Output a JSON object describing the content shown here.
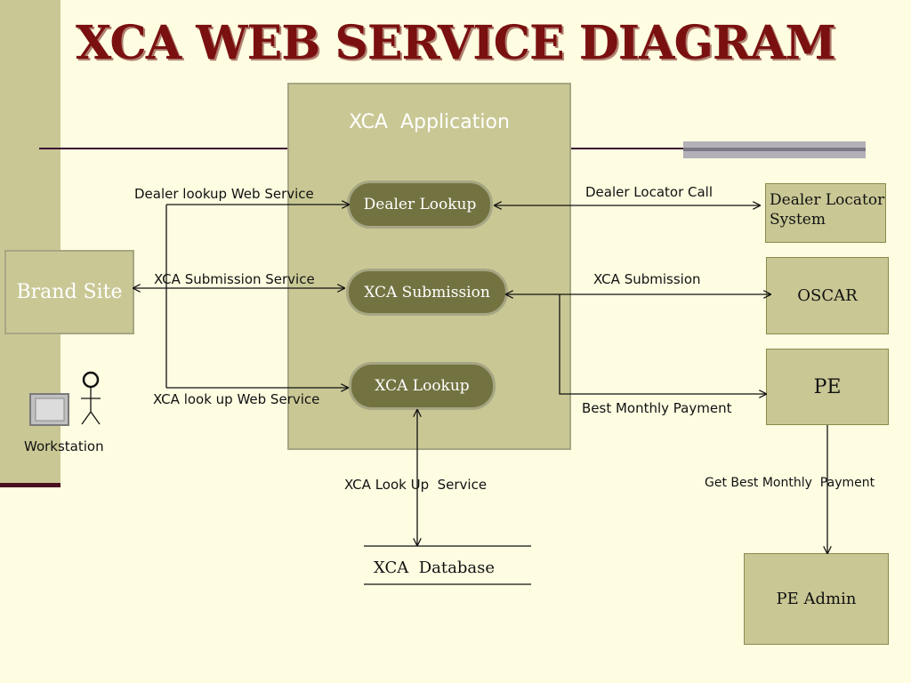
{
  "title": "XCA WEB SERVICE DIAGRAM",
  "application": {
    "title": "XCA  Application",
    "services": {
      "dealer_lookup": "Dealer Lookup",
      "xca_submission": "XCA Submission",
      "xca_lookup": "XCA Lookup"
    }
  },
  "systems": {
    "brand_site": "Brand Site",
    "dealer_locator": [
      "Dealer Locator",
      "System"
    ],
    "oscar": "OSCAR",
    "pe": "PE",
    "pe_admin": "PE Admin",
    "database": "XCA  Database",
    "workstation": "Workstation"
  },
  "connections": {
    "dealer_lookup_ws": "Dealer lookup Web Service",
    "xca_submission_service": "XCA Submission Service",
    "xca_lookup_ws": "XCA look up Web Service",
    "dealer_locator_call": "Dealer Locator Call",
    "xca_submission": "XCA Submission",
    "best_monthly_payment": "Best Monthly Payment",
    "xca_lookup_service": "XCA Look Up  Service",
    "get_best_monthly_payment": "Get Best Monthly  Payment"
  },
  "colors": {
    "background": "#fefde2",
    "panel": "#c9c895",
    "pill": "#737342",
    "title": "#7a1010"
  },
  "icons": [
    "monitor-icon",
    "person-icon"
  ]
}
